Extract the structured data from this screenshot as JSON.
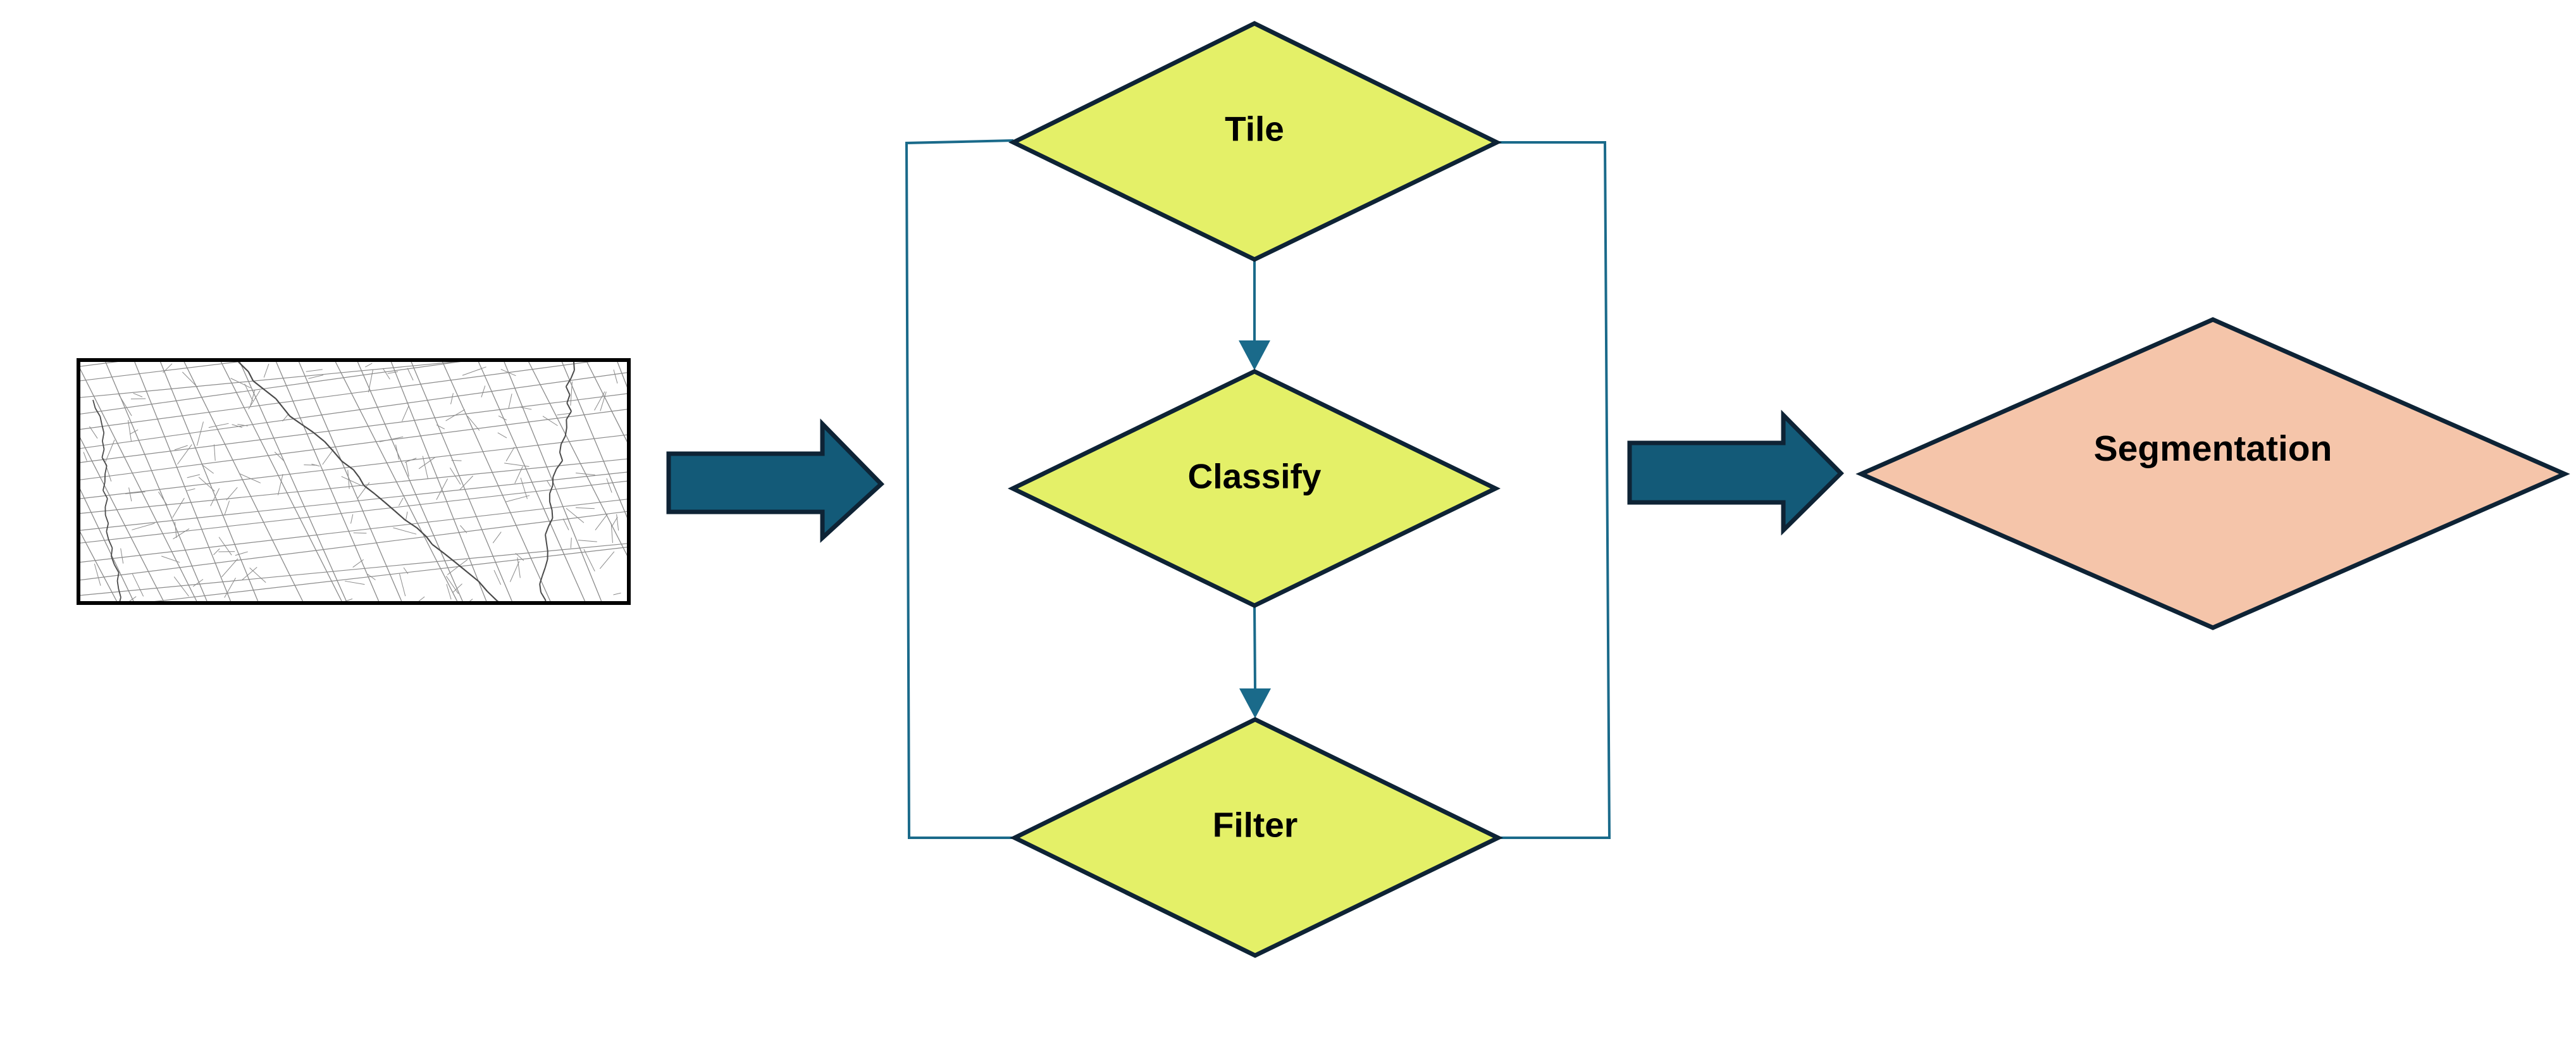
{
  "colors": {
    "step_fill": "#E4F068",
    "output_fill": "#F5C5AA",
    "outline": "#0E2335",
    "arrow_fill": "#135A78",
    "connector": "#1A6A8A",
    "map_line": "#8A8A8A"
  },
  "icons": {
    "input_map": "map-thumbnail-icon"
  },
  "nodes": {
    "tile": {
      "label": "Tile"
    },
    "classify": {
      "label": "Classify"
    },
    "filter": {
      "label": "Filter"
    },
    "segmentation": {
      "label": "Segmentation"
    }
  }
}
